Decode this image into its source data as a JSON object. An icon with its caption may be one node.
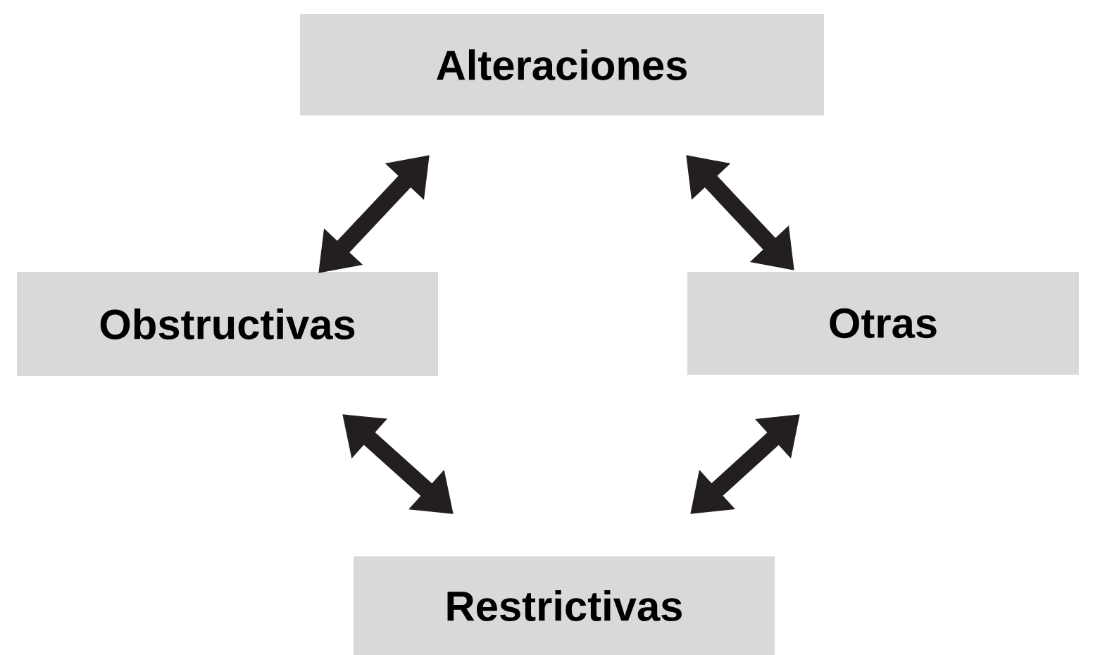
{
  "diagram": {
    "nodes": [
      {
        "text": [
          "Alteraciones"
        ]
      },
      {
        "text": [
          "Obstructivas"
        ]
      },
      {
        "text": [
          "Otras"
        ]
      },
      {
        "text": [
          "Restrictivas"
        ]
      }
    ],
    "edges": [
      {
        "from": 1,
        "to": 0,
        "arrow": "both"
      },
      {
        "from": 0,
        "to": 2,
        "arrow": "both"
      },
      {
        "from": 1,
        "to": 3,
        "arrow": "both"
      },
      {
        "from": 2,
        "to": 3,
        "arrow": "both"
      }
    ]
  }
}
